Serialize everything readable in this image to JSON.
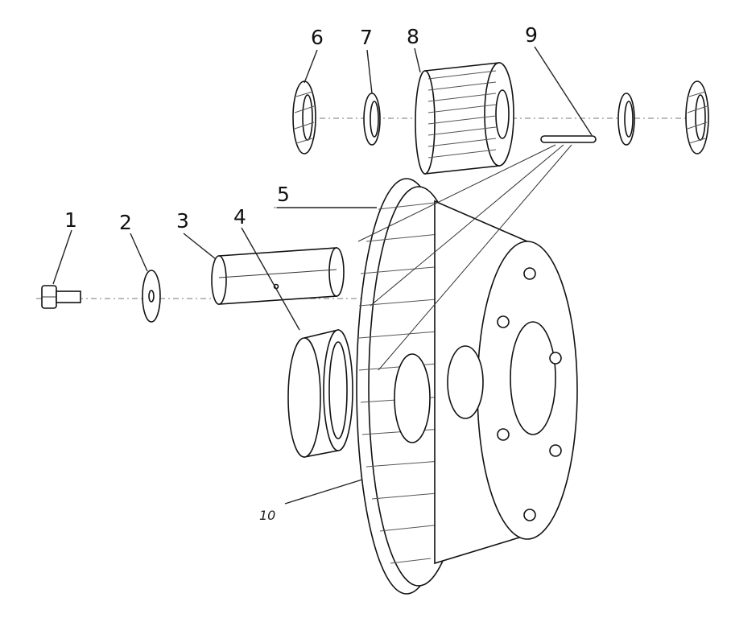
{
  "callouts": [
    {
      "id": "1",
      "part": "bolt"
    },
    {
      "id": "2",
      "part": "washer"
    },
    {
      "id": "3",
      "part": "planet-pin"
    },
    {
      "id": "4",
      "part": "bearing"
    },
    {
      "id": "5",
      "part": "planet-carrier"
    },
    {
      "id": "6",
      "part": "thrust-washer"
    },
    {
      "id": "7",
      "part": "spacer-ring"
    },
    {
      "id": "8",
      "part": "planet-gear"
    },
    {
      "id": "9",
      "part": "needle-roller"
    },
    {
      "id": "10",
      "part": "ring-gear"
    }
  ]
}
